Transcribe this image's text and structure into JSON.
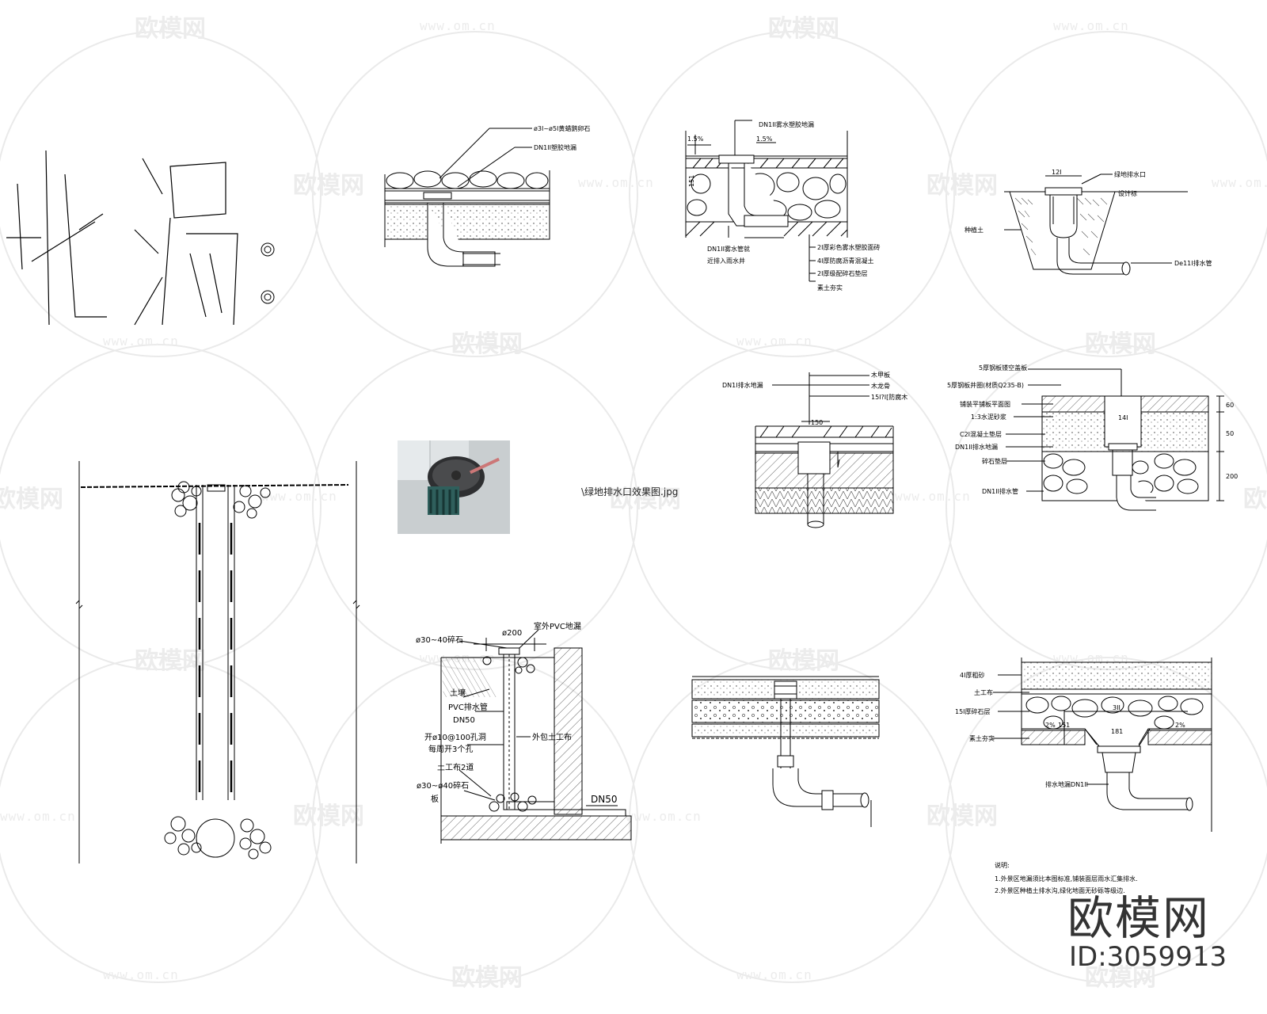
{
  "title": {
    "chars": [
      "地",
      "漏",
      ":"
    ]
  },
  "watermark": {
    "brand": "欧模网",
    "url": "www.om.cn"
  },
  "brand_mark": {
    "name": "欧模网",
    "id": "ID:3059913"
  },
  "photo": {
    "caption": "\\绿地排水口效果图.jpg"
  },
  "d1": {
    "label1": "ø3Ⅰ~ø5Ⅰ黄蜡鹅卵石",
    "label2": "DN1ⅠⅠ塑胶地漏"
  },
  "d2": {
    "top": "DN1ⅠⅠ雾水塑胶地漏",
    "slope_l": "1.5%",
    "slope_r": "1.5%",
    "dim": "151",
    "bl1": "DN1ⅠⅠ雾水管就",
    "bl2": "近排入雨水井",
    "r1": "2Ⅰ厚彩色雾水塑胶面砖",
    "r2": "4Ⅰ厚防腐沥青混凝土",
    "r3": "2Ⅰ厚级配碎石垫层",
    "r4": "素土夯实"
  },
  "d3": {
    "top": "绿地排水口",
    "dim": "12Ⅰ",
    "grade": "设计标",
    "soil": "种植土",
    "pipe": "De11Ⅰ排水管"
  },
  "d5": {
    "a": "ø30~40碎石",
    "b": "ø200",
    "c": "室外PVC地漏",
    "d": "土壤",
    "e": "PVC排水管",
    "f": "DN50",
    "g": "外包土工布",
    "h": "开ø10@100孔洞",
    "i": "每周开3个孔",
    "j": "土工布2道",
    "k": "ø30~ø40碎石",
    "l": "板",
    "m": "DN50"
  },
  "d6": {
    "left": "DN1Ⅰ排水地漏",
    "r1": "木甲板",
    "r2": "木龙骨",
    "r3": "15Ⅰ?Ⅰ[防腐木",
    "dim": "150"
  },
  "d7": {
    "l1": "5厚钢板镂空盖板",
    "l2": "5厚钢板井圈(材质Q235-B)",
    "l3": "铺装平铺板平面图",
    "l4": "1:3水泥砂浆",
    "l5": "C2Ⅰ混凝土垫层",
    "l6": "DN1ⅠⅠ排水地漏",
    "l7": "碎石垫层",
    "l8": "DN1ⅠⅠ排水管",
    "w": "14Ⅰ",
    "d_a": "60",
    "d_b": "50",
    "d_c": "200"
  },
  "d9": {
    "l1": "4Ⅰ厚粗砂",
    "l2": "土工布",
    "l3": "15Ⅰ厚碎石层",
    "l4": "素土夯实",
    "l5": "排水地漏DN1ⅠⅠ",
    "s1": "2%",
    "s2": "2%",
    "w1": "3ⅠⅠ",
    "w2": "181",
    "h": "151"
  },
  "notes": {
    "head": "说明:",
    "n1": "1.外景区地漏须比本图标准,铺装面层雨水汇集排水.",
    "n2": "2.外景区种植土排水沟,绿化地面无砂砾等级边."
  }
}
